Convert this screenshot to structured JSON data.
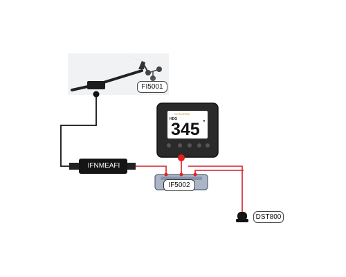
{
  "labels": {
    "wind_sensor": "FI5001",
    "converter": "IFNMEAFI",
    "hub": "IF5002",
    "transducer": "DST800"
  },
  "display": {
    "brand": "RAYMARINE",
    "mode": "HDG",
    "heading_value": "345",
    "degree_symbol": "°"
  },
  "colors": {
    "data_cable": "#d21f26",
    "sensor_cable": "#111111",
    "connector": "#e2231a",
    "hub_body": "#aab5c8"
  }
}
